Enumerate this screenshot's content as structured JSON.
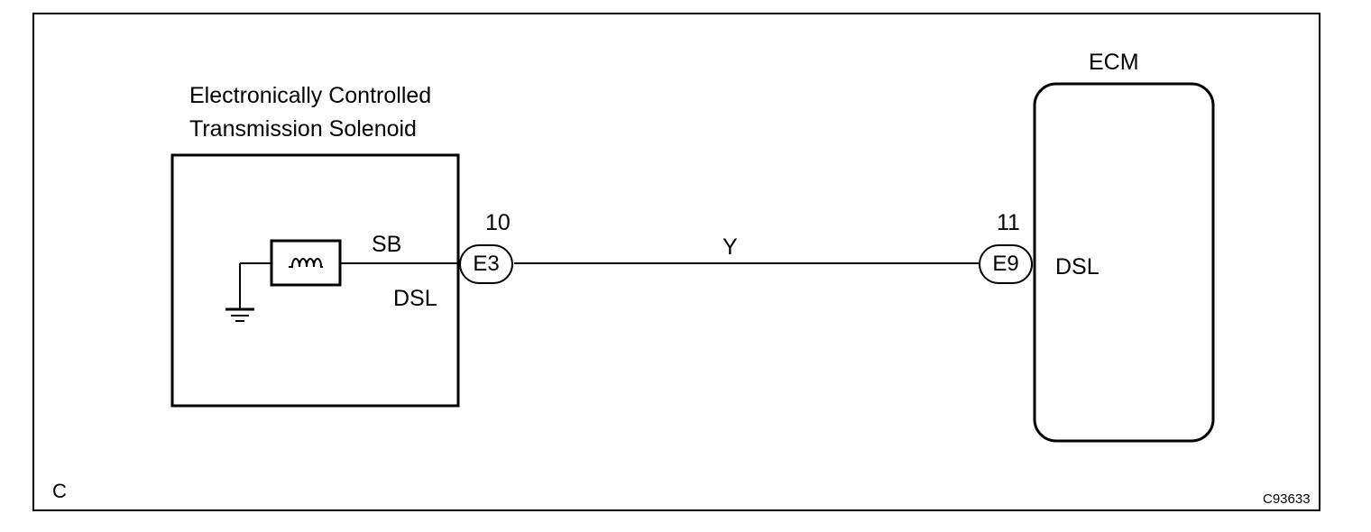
{
  "diagram": {
    "solenoid_title": "Electronically Controlled\nTransmission Solenoid",
    "ecm_title": "ECM",
    "solenoid_terminal_top": "SB",
    "solenoid_terminal_bottom": "DSL",
    "connector_left": {
      "pin": "10",
      "code": "E3"
    },
    "connector_right": {
      "pin": "11",
      "code": "E9"
    },
    "wire_color": "Y",
    "ecm_terminal": "DSL",
    "corner_letter": "C",
    "figure_id": "C93633",
    "ground_symbol": "ground-icon",
    "coil_symbol": "solenoid-coil-icon"
  }
}
